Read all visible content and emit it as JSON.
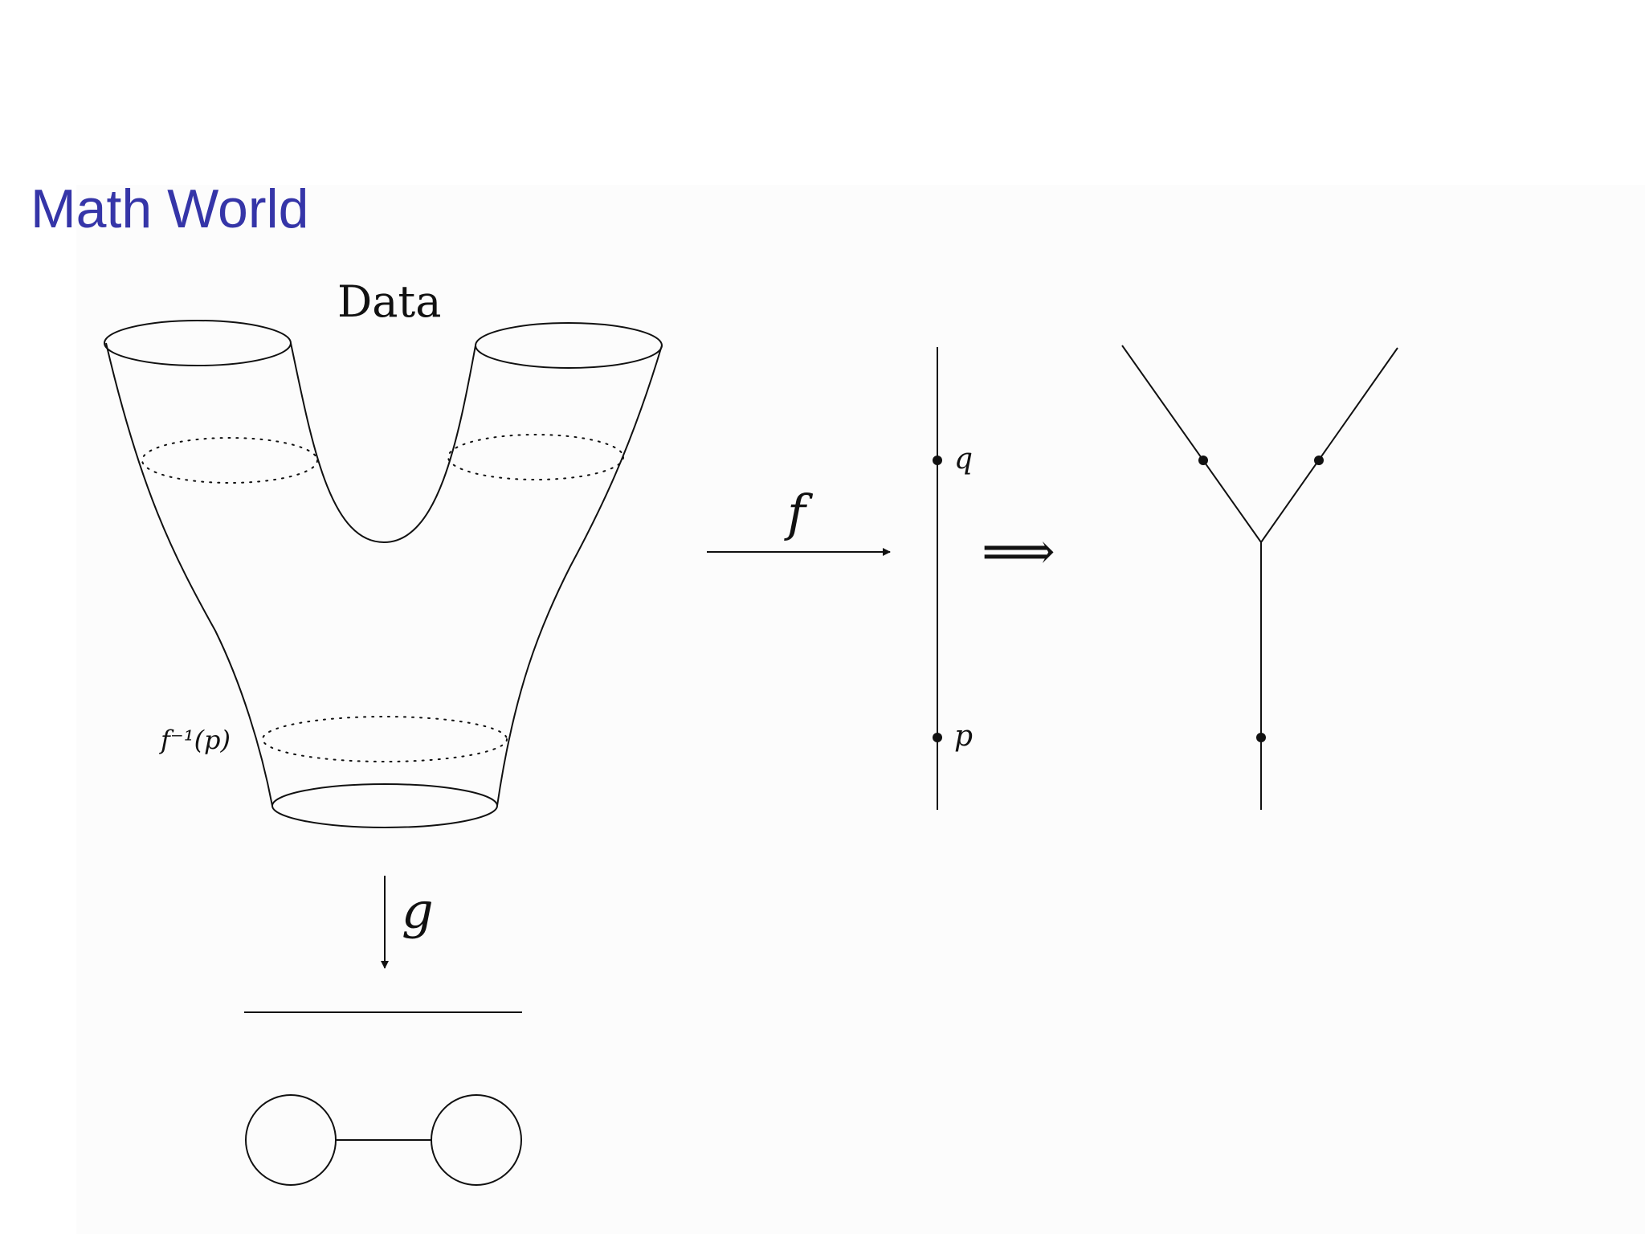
{
  "slide": {
    "title": "Math World"
  },
  "diagram": {
    "surface_label": "Data",
    "map_f_label": "f",
    "map_g_label": "g",
    "preimage_label": "f⁻¹(p)",
    "point_q_label": "q",
    "point_p_label": "p",
    "implies_symbol": "⟹"
  },
  "colors": {
    "title": "#3535a8",
    "ink": "#111111",
    "background": "#fcfcfc"
  }
}
